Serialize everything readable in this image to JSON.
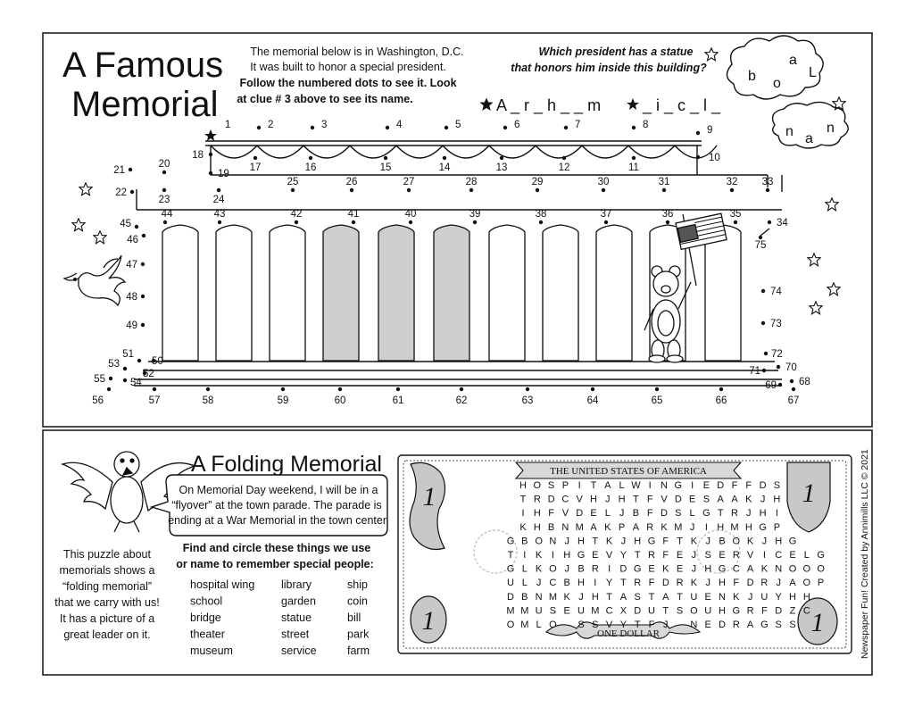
{
  "top": {
    "title_line1": "A Famous",
    "title_line2": "Memorial",
    "intro_line1": "The memorial below is in Washington, D.C.",
    "intro_line2": "It was built to honor a special president.",
    "instr_line1": "Follow the numbered dots to see it. Look",
    "instr_line2": "at clue # 3 above to see its name.",
    "clue_line1": "Which president has a statue",
    "clue_line2": "that honors him inside this building?",
    "answer_blanks": "A _ r _ h _ _ m",
    "answer_blanks2": "_ i _ c _ l _",
    "cloud1_letters": [
      "b",
      "o",
      "a",
      "L"
    ],
    "cloud2_letters": [
      "n",
      "a",
      "n"
    ]
  },
  "dots": [
    {
      "n": "1"
    },
    {
      "n": "2"
    },
    {
      "n": "3"
    },
    {
      "n": "4"
    },
    {
      "n": "5"
    },
    {
      "n": "6"
    },
    {
      "n": "7"
    },
    {
      "n": "8"
    },
    {
      "n": "9"
    },
    {
      "n": "10"
    },
    {
      "n": "11"
    },
    {
      "n": "12"
    },
    {
      "n": "13"
    },
    {
      "n": "14"
    },
    {
      "n": "15"
    },
    {
      "n": "16"
    },
    {
      "n": "17"
    },
    {
      "n": "18"
    },
    {
      "n": "19"
    },
    {
      "n": "20"
    },
    {
      "n": "21"
    },
    {
      "n": "22"
    },
    {
      "n": "23"
    },
    {
      "n": "24"
    },
    {
      "n": "25"
    },
    {
      "n": "26"
    },
    {
      "n": "27"
    },
    {
      "n": "28"
    },
    {
      "n": "29"
    },
    {
      "n": "30"
    },
    {
      "n": "31"
    },
    {
      "n": "32"
    },
    {
      "n": "33"
    },
    {
      "n": "34"
    },
    {
      "n": "35"
    },
    {
      "n": "36"
    },
    {
      "n": "37"
    },
    {
      "n": "38"
    },
    {
      "n": "39"
    },
    {
      "n": "40"
    },
    {
      "n": "41"
    },
    {
      "n": "42"
    },
    {
      "n": "43"
    },
    {
      "n": "44"
    },
    {
      "n": "45"
    },
    {
      "n": "46"
    },
    {
      "n": "47"
    },
    {
      "n": "48"
    },
    {
      "n": "49"
    },
    {
      "n": "50"
    },
    {
      "n": "51"
    },
    {
      "n": "52"
    },
    {
      "n": "53"
    },
    {
      "n": "54"
    },
    {
      "n": "55"
    },
    {
      "n": "56"
    },
    {
      "n": "57"
    },
    {
      "n": "58"
    },
    {
      "n": "59"
    },
    {
      "n": "60"
    },
    {
      "n": "61"
    },
    {
      "n": "62"
    },
    {
      "n": "63"
    },
    {
      "n": "64"
    },
    {
      "n": "65"
    },
    {
      "n": "66"
    },
    {
      "n": "67"
    },
    {
      "n": "68"
    },
    {
      "n": "69"
    },
    {
      "n": "70"
    },
    {
      "n": "71"
    },
    {
      "n": "72"
    },
    {
      "n": "73"
    },
    {
      "n": "74"
    },
    {
      "n": "75"
    }
  ],
  "bottom": {
    "title": "A Folding Memorial",
    "bubble_line1": "On Memorial Day weekend, I will be in a",
    "bubble_line2": "“flyover” at the town parade. The parade is",
    "bubble_line3": "ending at a War Memorial in the town center.",
    "side_lines": [
      "This puzzle about",
      "memorials shows a",
      "“folding memorial”",
      "that we carry with us!",
      "It has a picture of a",
      "great leader on it."
    ],
    "find_line1": "Find and circle these things we use",
    "find_line2": "or name to remember special people:",
    "word_columns": [
      [
        "hospital wing",
        "school",
        "bridge",
        "theater",
        "museum"
      ],
      [
        "library",
        "garden",
        "statue",
        "street",
        "service"
      ],
      [
        "ship",
        "coin",
        "bill",
        "park",
        "farm"
      ]
    ],
    "bill_top": "THE UNITED STATES OF AMERICA",
    "bill_bottom": "ONE DOLLAR",
    "bill_corner": "1",
    "grid": [
      "HOSPITALWINGIEDFFDS",
      "TRDCVHJHTFVDESAAKJH",
      "IHFVDELJBFDSLGTRJHI",
      "KHBNMAKPARKMJIHMHGP",
      "GBONJHTKJHGFTKJBOKJHG",
      "TIKIHGEVYTRFEJSERVICELG",
      "GLKOJBRIDGEKEJHGCAKNOOO",
      "ULJCBHIYTRFDRKJHFDRJAOP",
      "DBNMKJHTASTATUENKJUYHH",
      "MMUSEUMCXDUTSOUHGRFDZC",
      "OMLO SSVYTFJ NEDRAGSS"
    ],
    "copyright": "Newspaper Fun! Created by Annimills LLC © 2021"
  }
}
